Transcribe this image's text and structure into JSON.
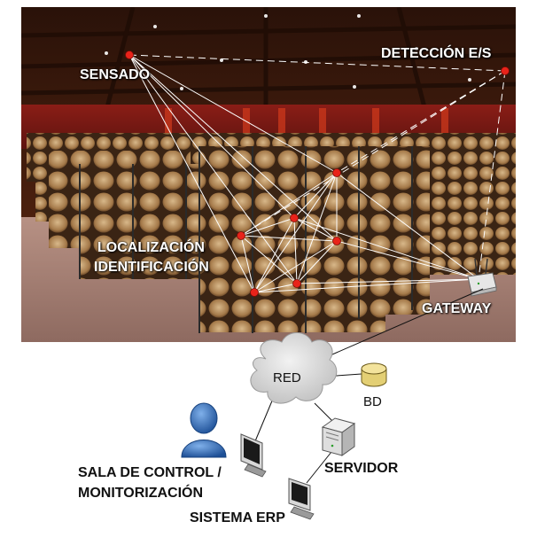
{
  "labels": {
    "sensado": "SENSADO",
    "deteccion": "DETECCIÓN E/S",
    "localizacion": "LOCALIZACIÓN",
    "identificacion": "IDENTIFICACIÓN",
    "gateway": "GATEWAY",
    "red": "RED",
    "bd": "BD",
    "sala_control": "SALA DE CONTROL /",
    "monitorizacion": "MONITORIZACIÓN",
    "servidor": "SERVIDOR",
    "sistema_erp": "SISTEMA ERP"
  },
  "colors": {
    "sensor_node": "#e8231a",
    "mesh_line": "#ffffff",
    "cloud": "#d4d4d4",
    "user": "#2f6bb6",
    "db": "#e3cf74"
  },
  "icons": {
    "user": "user-icon",
    "database": "database-icon",
    "server": "server-icon",
    "monitor": "monitor-icon",
    "gateway": "wireless-gateway-icon",
    "network": "cloud-icon"
  }
}
